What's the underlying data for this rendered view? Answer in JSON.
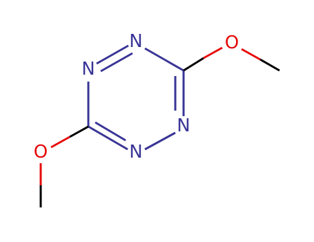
{
  "molecule": {
    "colors": {
      "nitrogen": "#3a3596",
      "oxygen": "#e60b0b",
      "carbon_bond": "#000000",
      "background": "#ffffff"
    },
    "atoms": {
      "n_top": "N",
      "n_left_upper": "N",
      "n_right_lower": "N",
      "n_bottom": "N",
      "o_right": "O",
      "o_left": "O"
    }
  }
}
